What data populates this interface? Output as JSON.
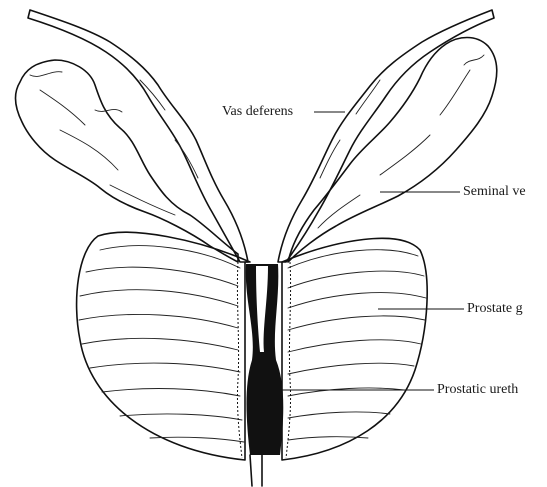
{
  "labels": {
    "vas_deferens": "Vas deferens",
    "seminal_vesicle": "Seminal ve",
    "prostate": "Prostate g",
    "prostatic_urethra": "Prostatic ureth"
  },
  "colors": {
    "ink": "#111111",
    "paper": "#ffffff"
  }
}
